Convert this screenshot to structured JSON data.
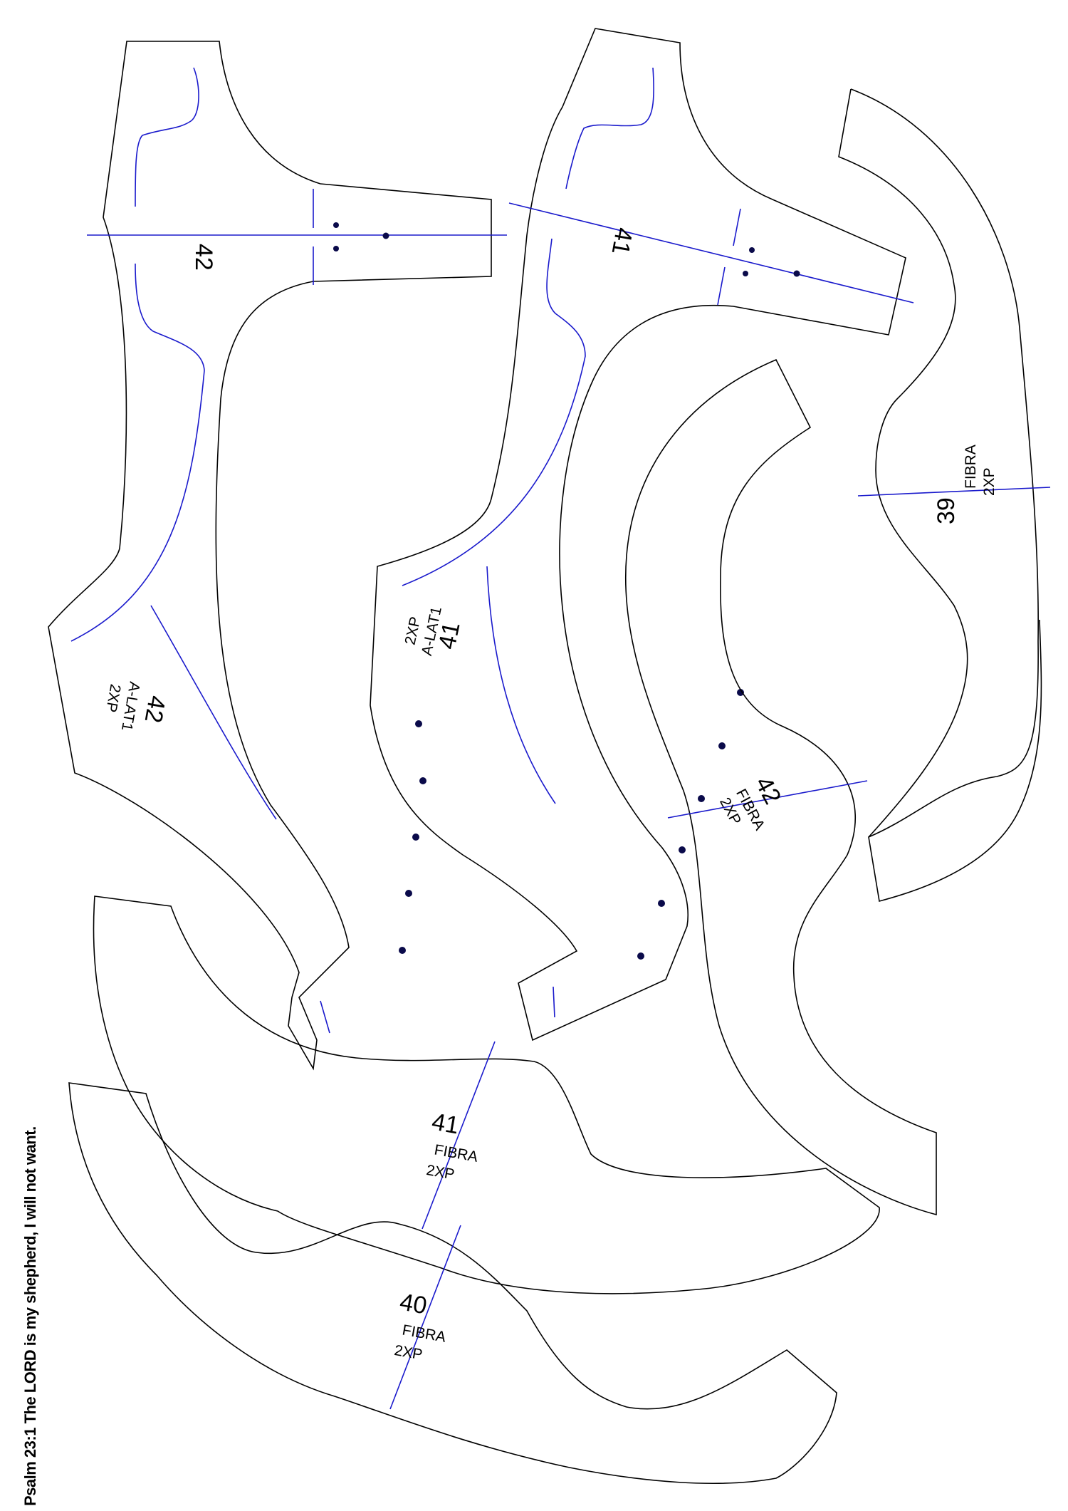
{
  "page": {
    "footer_quote": "Psalm 23:1 The LORD is my shepherd, I will not want."
  },
  "colors": {
    "outline": "#000000",
    "grain_line": "#1a1acc",
    "drill_mark": "#0a0a4a",
    "background": "#ffffff"
  },
  "pieces": [
    {
      "id": "piece-42-upper-top",
      "size": "42"
    },
    {
      "id": "piece-42-upper-label",
      "size": "42",
      "name": "A-LAT1",
      "qty": "2XP"
    },
    {
      "id": "piece-41-upper-top",
      "size": "41"
    },
    {
      "id": "piece-41-upper-label",
      "size": "41",
      "name": "A-LAT1",
      "qty": "2XP"
    },
    {
      "id": "piece-39-fibra",
      "size": "39",
      "name": "FIBRA",
      "qty": "2XP"
    },
    {
      "id": "piece-42-fibra",
      "size": "42",
      "name": "FIBRA",
      "qty": "2XP"
    },
    {
      "id": "piece-41-fibra",
      "size": "41",
      "name": "FIBRA",
      "qty": "2XP"
    },
    {
      "id": "piece-40-fibra",
      "size": "40",
      "name": "FIBRA",
      "qty": "2XP"
    }
  ]
}
